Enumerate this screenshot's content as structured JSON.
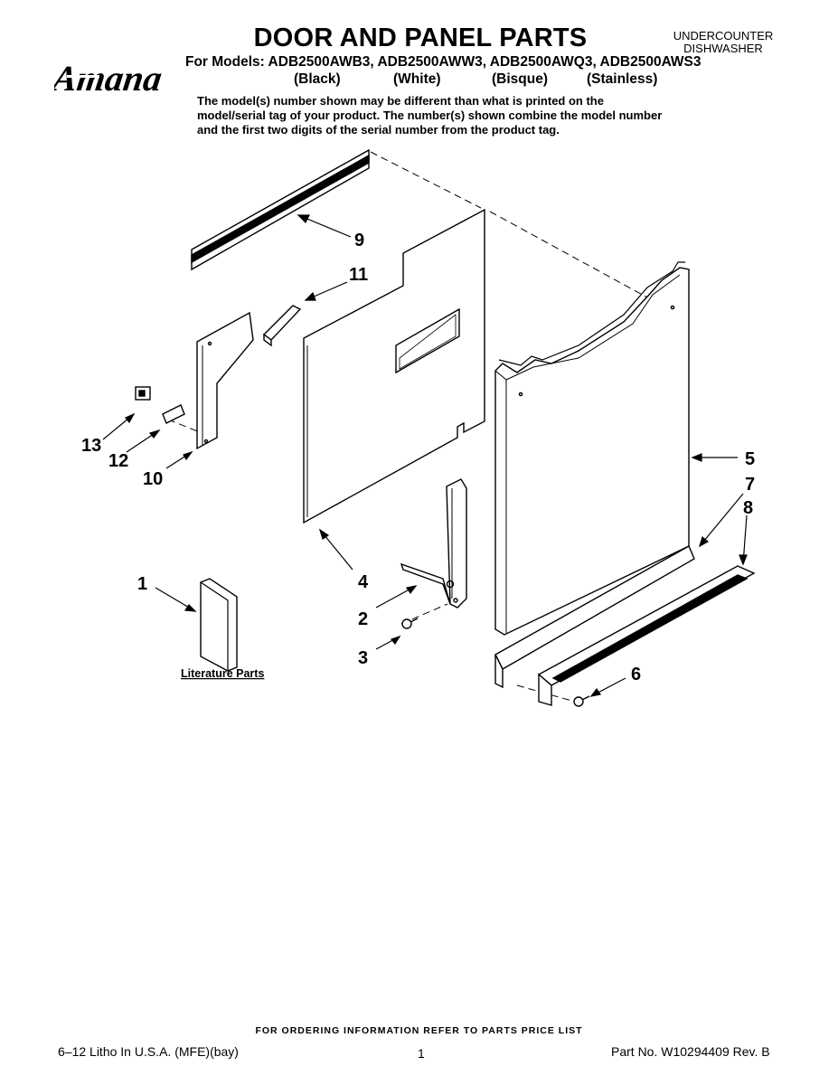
{
  "header": {
    "title": "DOOR AND PANEL PARTS",
    "category_line1": "UNDERCOUNTER",
    "category_line2": "DISHWASHER",
    "models": "For Models: ADB2500AWB3, ADB2500AWW3, ADB2500AWQ3, ADB2500AWS3",
    "finishes": [
      "(Black)",
      "(White)",
      "(Bisque)",
      "(Stainless)"
    ],
    "brand_logo": "Amana",
    "disclaimer": "The model(s) number shown may be different than what is printed on the model/serial tag of your product. The number(s) shown combine the model number and the first two digits of the serial number from the product tag."
  },
  "diagram": {
    "callouts": [
      "9",
      "11",
      "13",
      "12",
      "10",
      "4",
      "5",
      "7",
      "8",
      "1",
      "2",
      "3",
      "6"
    ],
    "literature_label": "Literature Parts"
  },
  "footer": {
    "ordering_note": "FOR ORDERING INFORMATION REFER TO PARTS PRICE LIST",
    "litho": "6–12 Litho In U.S.A. (MFE)(bay)",
    "page_number": "1",
    "part_number": "Part No. W10294409 Rev. B"
  }
}
